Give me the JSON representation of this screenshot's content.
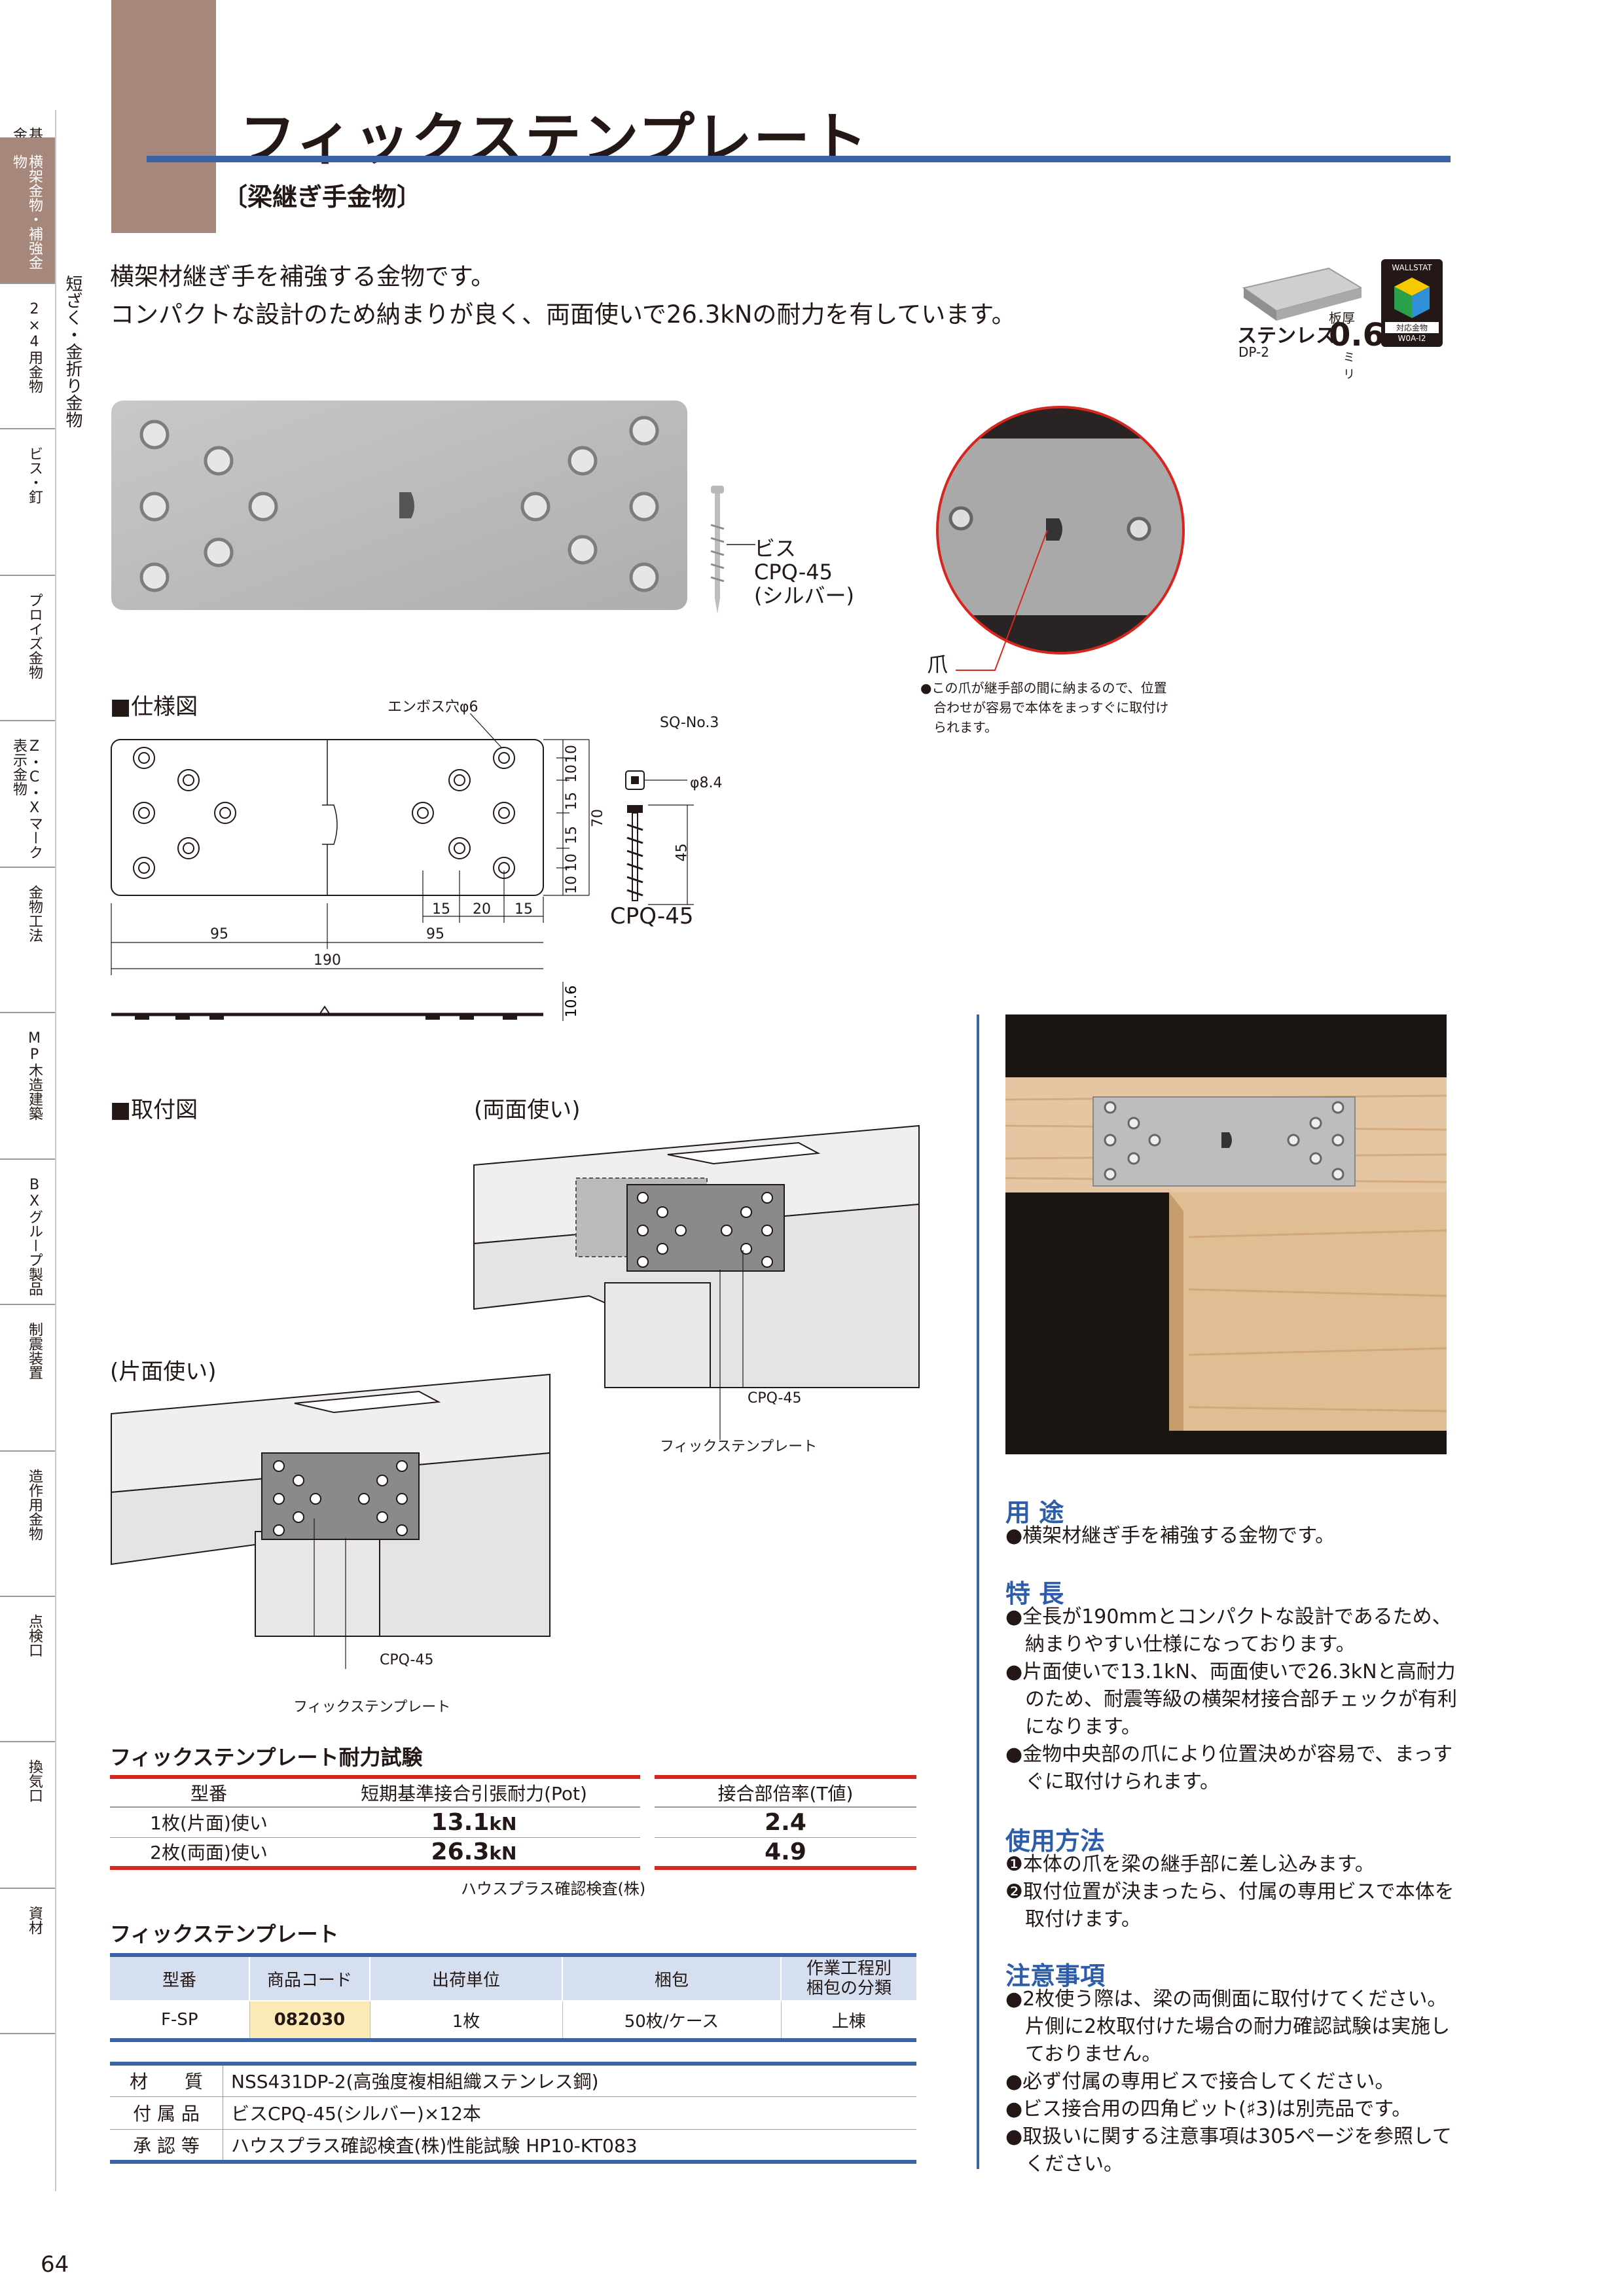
{
  "side_index": [
    {
      "label": "基礎・床下・土台金物",
      "active": false
    },
    {
      "label": "横架金物・補強金物",
      "active": true
    },
    {
      "label": "2×4用金物",
      "active": false
    },
    {
      "label": "ビス・釘",
      "active": false
    },
    {
      "label": "プロイズ金物",
      "active": false
    },
    {
      "label": "Z・C・Xマーク表示金物",
      "active": false
    },
    {
      "label": "金物工法",
      "active": false
    },
    {
      "label": "MP木造建築",
      "active": false
    },
    {
      "label": "BXグループ製品",
      "active": false
    },
    {
      "label": "制震装置",
      "active": false
    },
    {
      "label": "造作用金物",
      "active": false
    },
    {
      "label": "点検口",
      "active": false
    },
    {
      "label": "換気口",
      "active": false
    },
    {
      "label": "資材",
      "active": false
    }
  ],
  "sub_index": "短ざく・金折り金物",
  "page_number": "64",
  "title": "フィックステンプレート",
  "subtitle": "〔梁継ぎ手金物〕",
  "intro": [
    "横架材継ぎ手を補強する金物です。",
    "コンパクトな設計のため納まりが良く、両面使いで26.3kNの耐力を有しています。"
  ],
  "badge": {
    "material": "ステンレス",
    "code": "DP-2",
    "thickness_label": "板厚",
    "thickness": "0.6",
    "unit": "ミリ",
    "wallstat": "WALLSTAT",
    "wallstat_sub": "対応金物",
    "wallstat_id": "W0A-I2"
  },
  "photo_labels": {
    "screw": [
      "ビス",
      "CPQ-45",
      "(シルバー)"
    ],
    "claw": "爪",
    "claw_note": [
      "●この爪が継手部の間に納まるので、位置",
      "合わせが容易で本体をまっすぐに取付け",
      "られます。"
    ]
  },
  "spec": {
    "heading": "■仕様図",
    "emboss": "エンボス穴φ6",
    "dims_h": [
      "95",
      "95",
      "190",
      "15",
      "20",
      "15"
    ],
    "dims_v": [
      "10",
      "10",
      "15",
      "15",
      "10",
      "10",
      "70"
    ],
    "thickness": "10.6",
    "screw_head": "SQ-No.3",
    "screw_dia": "φ8.4",
    "screw_len": "45",
    "screw_name": "CPQ-45"
  },
  "install": {
    "heading": "■取付図",
    "both": "(両面使い)",
    "single": "(片面使い)",
    "cpq": "CPQ-45",
    "plate": "フィックステンプレート"
  },
  "test_table": {
    "title": "フィックステンプレート耐力試験",
    "headers": [
      "型番",
      "短期基準接合引張耐力(Pot)",
      "接合部倍率(T値)"
    ],
    "rows": [
      {
        "model": "1枚(片面)使い",
        "pot": "13.1",
        "unit": "kN",
        "t": "2.4"
      },
      {
        "model": "2枚(両面)使い",
        "pot": "26.3",
        "unit": "kN",
        "t": "4.9"
      }
    ],
    "note": "ハウスプラス確認検査(株)"
  },
  "product_table": {
    "title": "フィックステンプレート",
    "headers": [
      "型番",
      "商品コード",
      "出荷単位",
      "梱包",
      "作業工程別",
      "梱包の分類"
    ],
    "row": {
      "model": "F-SP",
      "code": "082030",
      "unit": "1枚",
      "pack": "50枚/ケース",
      "cls": "上棟"
    }
  },
  "info_table": [
    {
      "k": "材　　質",
      "v": "NSS431DP-2(高強度複相組織ステンレス鋼)"
    },
    {
      "k": "付 属 品",
      "v": "ビスCPQ-45(シルバー)×12本"
    },
    {
      "k": "承 認 等",
      "v": "ハウスプラス確認検査(株)性能試験 HP10-KT083"
    }
  ],
  "right": {
    "use_h": "用 途",
    "use": [
      "●横架材継ぎ手を補強する金物です。"
    ],
    "feat_h": "特 長",
    "feat": [
      "●全長が190mmとコンパクトな設計であるため、納まりやすい仕様になっております。",
      "●片面使いで13.1kN、両面使いで26.3kNと高耐力のため、耐震等級の横架材接合部チェックが有利になります。",
      "●金物中央部の爪により位置決めが容易で、まっすぐに取付けられます。"
    ],
    "how_h": "使用方法",
    "how": [
      "❶本体の爪を梁の継手部に差し込みます。",
      "❷取付位置が決まったら、付属の専用ビスで本体を取付けます。"
    ],
    "note_h": "注意事項",
    "note": [
      "●2枚使う際は、梁の両側面に取付けてください。片側に2枚取付けた場合の耐力確認試験は実施しておりません。",
      "●必ず付属の専用ビスで接合してください。",
      "●ビス接合用の四角ビット(♯3)は別売品です。",
      "●取扱いに関する注意事項は305ページを参照してください。"
    ]
  },
  "colors": {
    "accent": "#3a63a8",
    "brown": "#a5877c",
    "red": "#d7261f",
    "codebg": "#fbe9b6"
  }
}
